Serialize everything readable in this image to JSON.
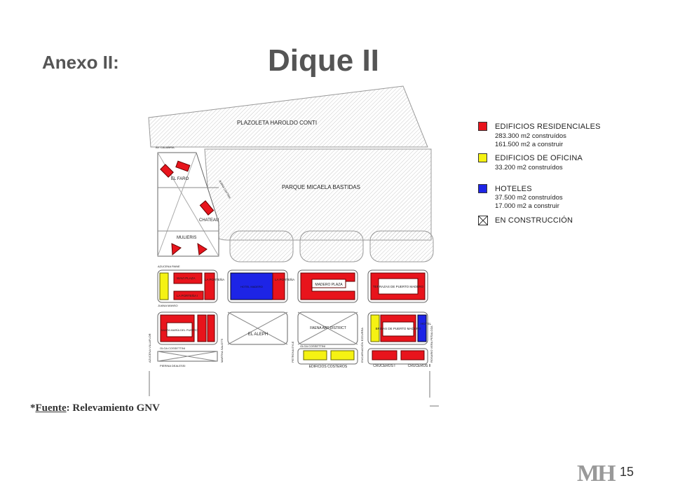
{
  "header": {
    "anexo": "Anexo II:",
    "title": "Dique II"
  },
  "map": {
    "labels": {
      "plazoleta": "PLAZOLETA HAROLDO CONTI",
      "parque": "PARQUE MICAELA BASTIDAS",
      "calabria": "AV. CALABRIA",
      "elfaro": "EL FARO",
      "chateau": "CHATEAU",
      "mulieris": "MULIERIS",
      "juana_grant": "JUANA GAYTAN",
      "azucena_payne": "AZUCENA PAINE",
      "juana_manso": "JUANA MANSO",
      "wavi_plaza": "WAVI PLAZA",
      "la_portena1": "LA PORTEÑA",
      "la_portena2": "LA PORTEÑA I",
      "la_portena3": "LA PORTEÑA",
      "hotel_blue": "HOTEL MADERO",
      "madero_plaza": "MADERO PLAZA",
      "terrazas": "TERRAZAS DE PUERTO MADERO",
      "santa_maria": "SANTA MARÍA DEL PUERTO",
      "el_aleph": "EL ALEPH",
      "faena": "FAENA ART DISTRICT",
      "brisas": "BRISAS DE PUERTO MADERO",
      "hotel_small": "HOTEL",
      "olga1": "OLGA COSSETTINI",
      "olga2": "OLGA COSSETTINI",
      "edificios_costeros": "EDIFICIOS COSTEROS",
      "cruceros1": "CRUCEROS I",
      "cruceros2": "CRUCEROS II",
      "petrona": "PETRONA EYLE",
      "martha": "MARTHA SALOTTI",
      "azucena_v": "AZUCENA VILLAFLOR",
      "encarnacion": "ENCARNACIÓN EZCURRA",
      "rosario": "ROSARIO VERA PEÑALOZA",
      "pierina": "PIERINA DEALESSI"
    }
  },
  "legend": {
    "colors": {
      "red": "#e8141c",
      "yellow": "#f5f213",
      "blue": "#1d24e6"
    },
    "items": [
      {
        "title": "EDIFICIOS RESIDENCIALES",
        "lines": [
          "283.300 m2 construídos",
          "161.500 m2 a construir"
        ]
      },
      {
        "title": "EDIFICIOS DE OFICINA",
        "lines": [
          "33.200 m2 construídos"
        ]
      },
      {
        "title": "HOTELES",
        "lines": [
          "37.500 m2 construídos",
          "17.000 m2 a construir"
        ]
      },
      {
        "title": "EN CONSTRUCCIÓN",
        "lines": []
      }
    ]
  },
  "footer": {
    "fuente_prefix": "*",
    "fuente_u": "Fuente",
    "fuente_rest": ": Relevamiento GNV",
    "logo": "MH",
    "page": "15"
  }
}
